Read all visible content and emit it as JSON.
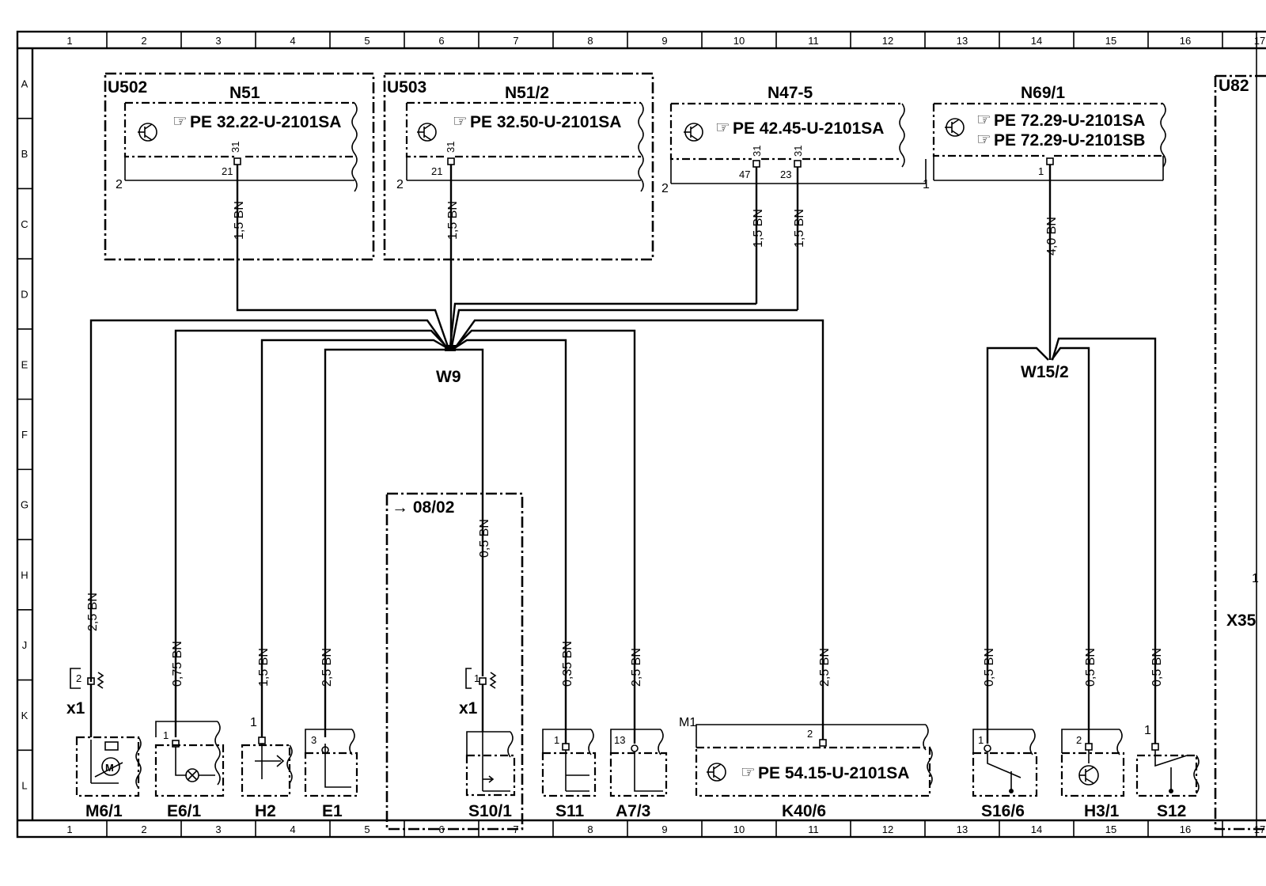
{
  "grid": {
    "columns": [
      "1",
      "2",
      "3",
      "4",
      "5",
      "6",
      "7",
      "8",
      "9",
      "10",
      "11",
      "12",
      "13",
      "14",
      "15",
      "16",
      "17"
    ],
    "rows": [
      "A",
      "B",
      "C",
      "D",
      "E",
      "F",
      "G",
      "H",
      "J",
      "K",
      "L"
    ]
  },
  "upper_units": [
    {
      "id": "u502",
      "unit_code": "U502",
      "name": "N51",
      "pe": "PE  32.22-U-2101SA",
      "pin_ref": "31",
      "pin": "21",
      "ground": "2",
      "wire": "1,5  BN"
    },
    {
      "id": "u503",
      "unit_code": "U503",
      "name": "N51/2",
      "pe": "PE  32.50-U-2101SA",
      "pin_ref": "31",
      "pin": "21",
      "ground": "2",
      "wire": "1,5  BN"
    },
    {
      "id": "n47",
      "unit_code": "",
      "name": "N47-5",
      "pe": "PE  42.45-U-2101SA",
      "pin_ref_a": "31",
      "pin_a": "47",
      "pin_ref_b": "31",
      "pin_b": "23",
      "ground": "2",
      "wire_a": "1,5  BN",
      "wire_b": "1,5  BN"
    },
    {
      "id": "n69",
      "unit_code": "",
      "name": "N69/1",
      "pe_a": "PE  72.29-U-2101SA",
      "pe_b": "PE  72.29-U-2101SB",
      "pin": "1",
      "ground": "1",
      "wire": "4,0  BN"
    }
  ],
  "junctions": {
    "w9": "W9",
    "w152": "W15/2"
  },
  "right_unit": {
    "unit_code": "U82",
    "connector": "X35",
    "pin": "1"
  },
  "version_box": {
    "label": "→ 08/02",
    "wire": "0,5  BN"
  },
  "lower_components": [
    {
      "id": "m61",
      "name": "M6/1",
      "wire": "2,5  BN",
      "pin": "2",
      "connector": "x1"
    },
    {
      "id": "e61",
      "name": "E6/1",
      "wire": "0,75  BN",
      "pin": "1"
    },
    {
      "id": "h2",
      "name": "H2",
      "wire": "1,5  BN",
      "pin": "1"
    },
    {
      "id": "e1",
      "name": "E1",
      "wire": "2,5  BN",
      "pin": "3"
    },
    {
      "id": "s101",
      "name": "S10/1",
      "pin": "1",
      "connector": "x1"
    },
    {
      "id": "s11",
      "name": "S11",
      "wire": "0,35  BN",
      "pin": "1"
    },
    {
      "id": "a73",
      "name": "A7/3",
      "wire": "2,5  BN",
      "pin": "13"
    },
    {
      "id": "k406",
      "name": "K40/6",
      "wire": "2,5  BN",
      "pin": "2",
      "ground": "M1",
      "pe": "PE  54.15-U-2101SA"
    },
    {
      "id": "s166",
      "name": "S16/6",
      "wire": "0,5  BN",
      "pin": "1"
    },
    {
      "id": "h31",
      "name": "H3/1",
      "wire": "0,5  BN",
      "pin": "2"
    },
    {
      "id": "s12",
      "name": "S12",
      "wire": "0,5  BN",
      "pin": "1"
    }
  ]
}
